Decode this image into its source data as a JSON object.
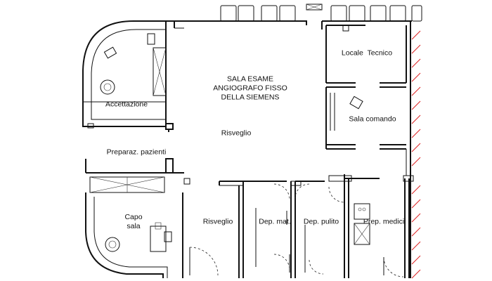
{
  "rooms": {
    "sala_esame": "SALA ESAME\nANGIOGRAFO FISSO\nDELLA SIEMENS",
    "accettazione": "Accettazione",
    "locale_tecnico": "Locale  Tecnico",
    "sala_comando": "Sala comando",
    "risveglio_top": "Risveglio",
    "preparaz_pazienti": "Preparaz. pazienti",
    "capo_sala": "Capo\nsala",
    "risveglio_bottom": "Risveglio",
    "dep_mat": "Dep. mat.",
    "dep_pulito": "Dep. pulito",
    "prep_medici": "Prep. medici"
  },
  "colors": {
    "walls": "#111111",
    "hatch": "#dd2222",
    "background": "#ffffff"
  }
}
